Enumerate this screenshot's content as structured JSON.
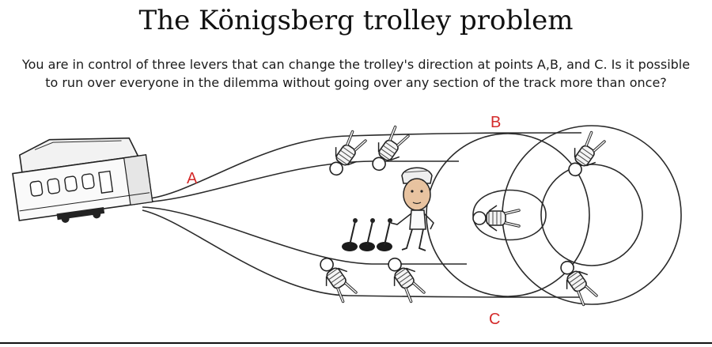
{
  "title": "The Königsberg trolley problem",
  "subtitle": "You are in control of three levers that can change the trolley's direction at points A,B, and C. Is it possible to run over everyone in the dilemma without going over any section of the track more than once?",
  "labels": {
    "A": "A",
    "B": "B",
    "C": "C"
  },
  "colors": {
    "label": "#d42a2a",
    "track": "#2a2a2a",
    "face": "#e8c3a0"
  }
}
